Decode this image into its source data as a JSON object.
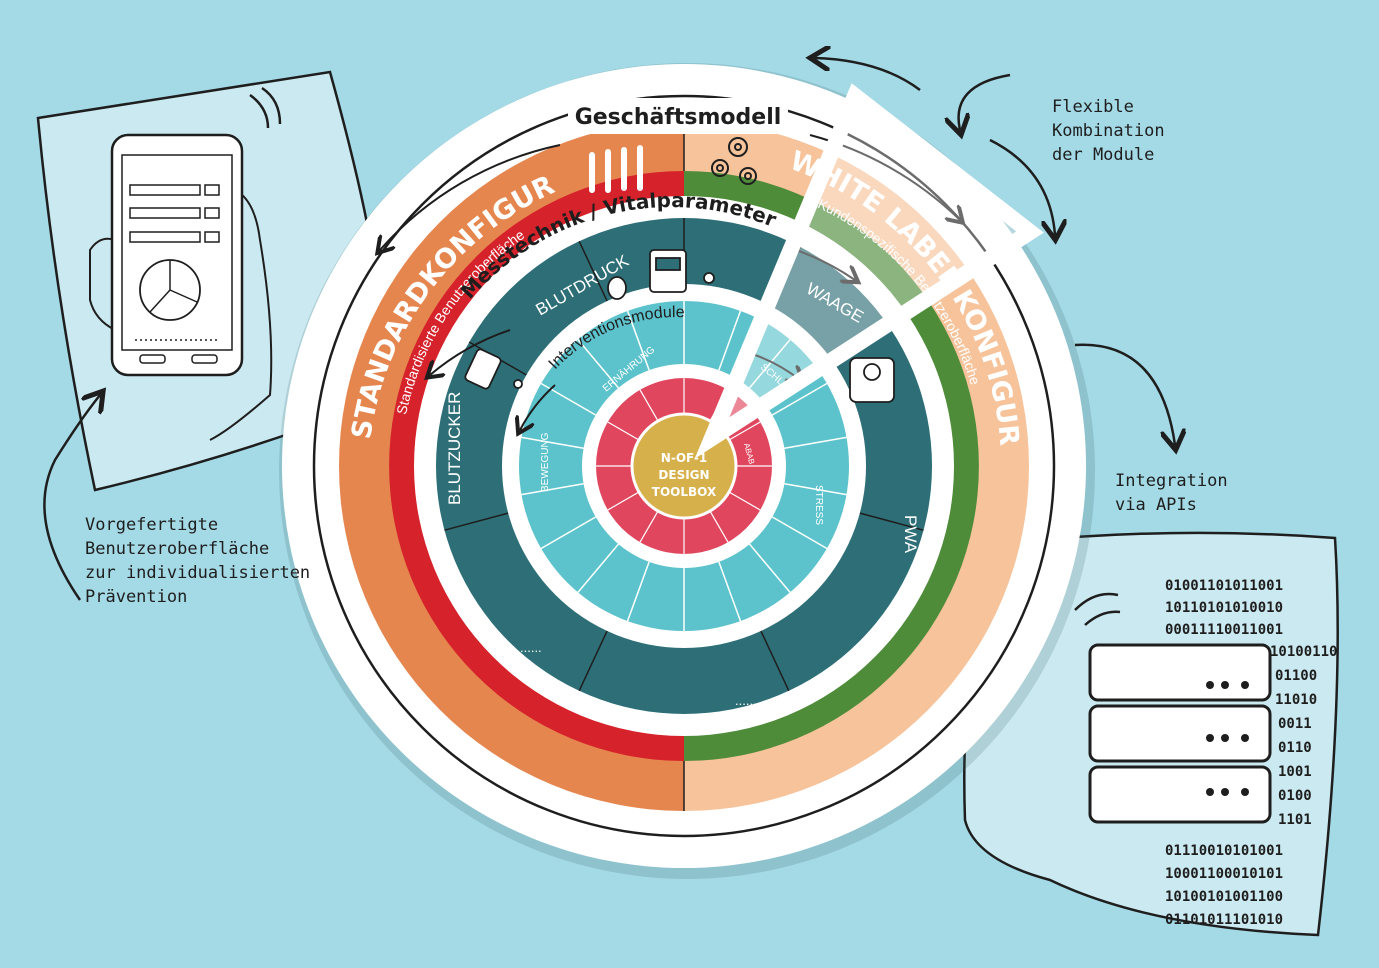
{
  "rings": {
    "business": "Geschäftsmodell",
    "standard": "STANDARDKONFIGURATION",
    "standard_sub": "Standardisierte Benutzeroberfläche",
    "whitelabel": "WHITE LABEL KONFIGURATION",
    "whitelabel_sub": "Kundenspezifische Benutzeroberfläche",
    "measure": "Messtechnik / Vitalparameter",
    "intervention": "Interventionsmodule"
  },
  "measure_segments": {
    "blutdruck": "BLUTDRUCK",
    "waage": "WAAGE",
    "blutzucker": "BLUTZUCKER",
    "pwa": "PWA",
    "more1": "......",
    "more2": "......"
  },
  "intervention_segments": {
    "ernaehrung": "ERNÄHRUNG",
    "schlaf": "SCHLAF",
    "bewegung": "BEWEGUNG",
    "stress": "STRESS",
    "dots": "......"
  },
  "core": {
    "line1": "N-OF-1",
    "line2": "DESIGN",
    "line3": "TOOLBOX",
    "abab": "ABAB"
  },
  "notes": {
    "flexible": [
      "Flexible",
      "Kombination",
      "der Module"
    ],
    "integration": [
      "Integration",
      "via APIs"
    ],
    "prefab": [
      "Vorgefertigte",
      "Benutzeroberfläche",
      "zur individualisierten",
      "Prävention"
    ]
  },
  "binary_lines": [
    "01001101011001",
    "10110101010010",
    "00011110011001",
    "10100110",
    "01100",
    "11010",
    "0011",
    "0110",
    "1001",
    "0100",
    "1101",
    "01110010101001",
    "10001100010101",
    "10100101001100",
    "01101011101010"
  ],
  "colors": {
    "background": "#a4d9e6",
    "standard_orange": "#e6864f",
    "standard_red": "#d6222b",
    "whitelabel_peach": "#f6c39b",
    "whitelabel_green": "#4e8c3a",
    "teal_dark": "#2e6f77",
    "teal_light": "#5cc3cc",
    "core_red": "#e0475f",
    "core_gold": "#d6b04a"
  }
}
